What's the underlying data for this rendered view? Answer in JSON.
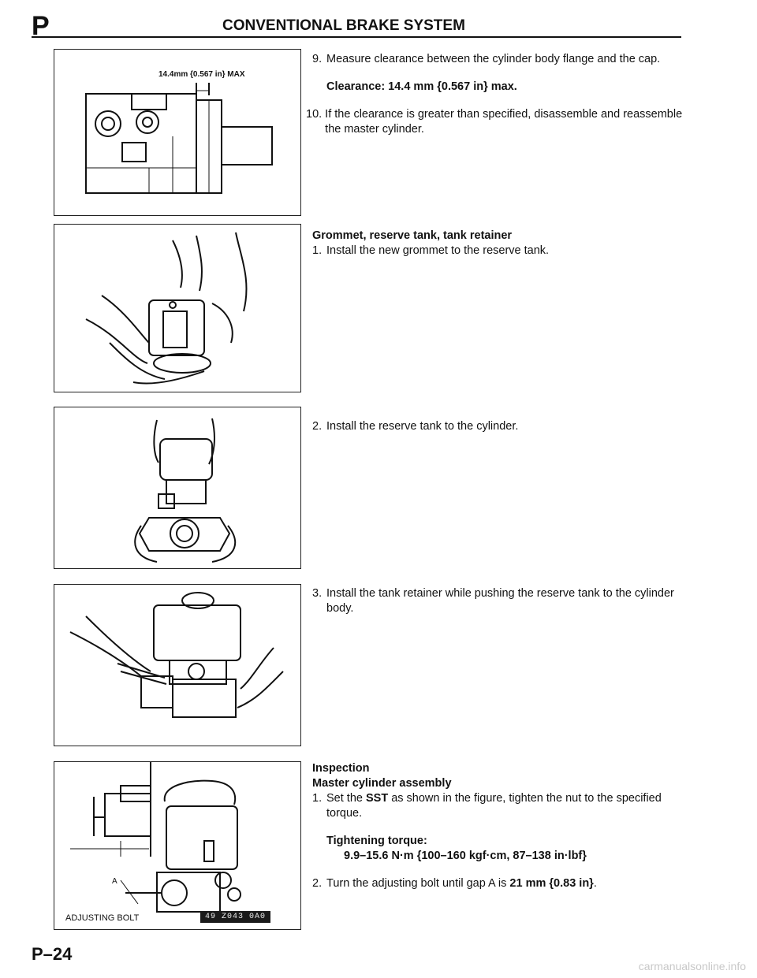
{
  "header": {
    "letter": "P",
    "title": "CONVENTIONAL BRAKE SYSTEM"
  },
  "figures": {
    "fig1_label": "14.4mm {0.567 in} MAX",
    "fig5_adjusting_bolt": "ADJUSTING BOLT",
    "fig5_a": "A",
    "fig5_code": "49 Z043 0A0"
  },
  "steps": {
    "s9_num": "9.",
    "s9_text": "Measure clearance between the cylinder body flange and the cap.",
    "clearance": "Clearance: 14.4 mm {0.567 in} max.",
    "s10_num": "10.",
    "s10_text": "If the clearance is greater than specified, disassemble and reassemble the master cylinder.",
    "grommet_heading": "Grommet, reserve tank, tank retainer",
    "g1_num": "1.",
    "g1_text": "Install the new grommet to the reserve tank.",
    "g2_num": "2.",
    "g2_text": "Install the reserve tank to the cylinder.",
    "g3_num": "3.",
    "g3_text": "Install the tank retainer while pushing the reserve tank to the cylinder body.",
    "inspection_heading": "Inspection",
    "master_heading": "Master cylinder assembly",
    "i1_num": "1.",
    "i1_pre": "Set the ",
    "i1_sst": "SST",
    "i1_post": " as shown in the figure, tighten the nut to the specified torque.",
    "torque_label": "Tightening torque:",
    "torque_value": "9.9–15.6 N·m {100–160 kgf·cm, 87–138 in·lbf}",
    "i2_num": "2.",
    "i2_pre": "Turn the adjusting bolt until gap A is ",
    "i2_val": "21 mm {0.83 in}",
    "i2_post": "."
  },
  "footer": {
    "page": "P–24"
  },
  "watermark": "carmanualsonline.info"
}
